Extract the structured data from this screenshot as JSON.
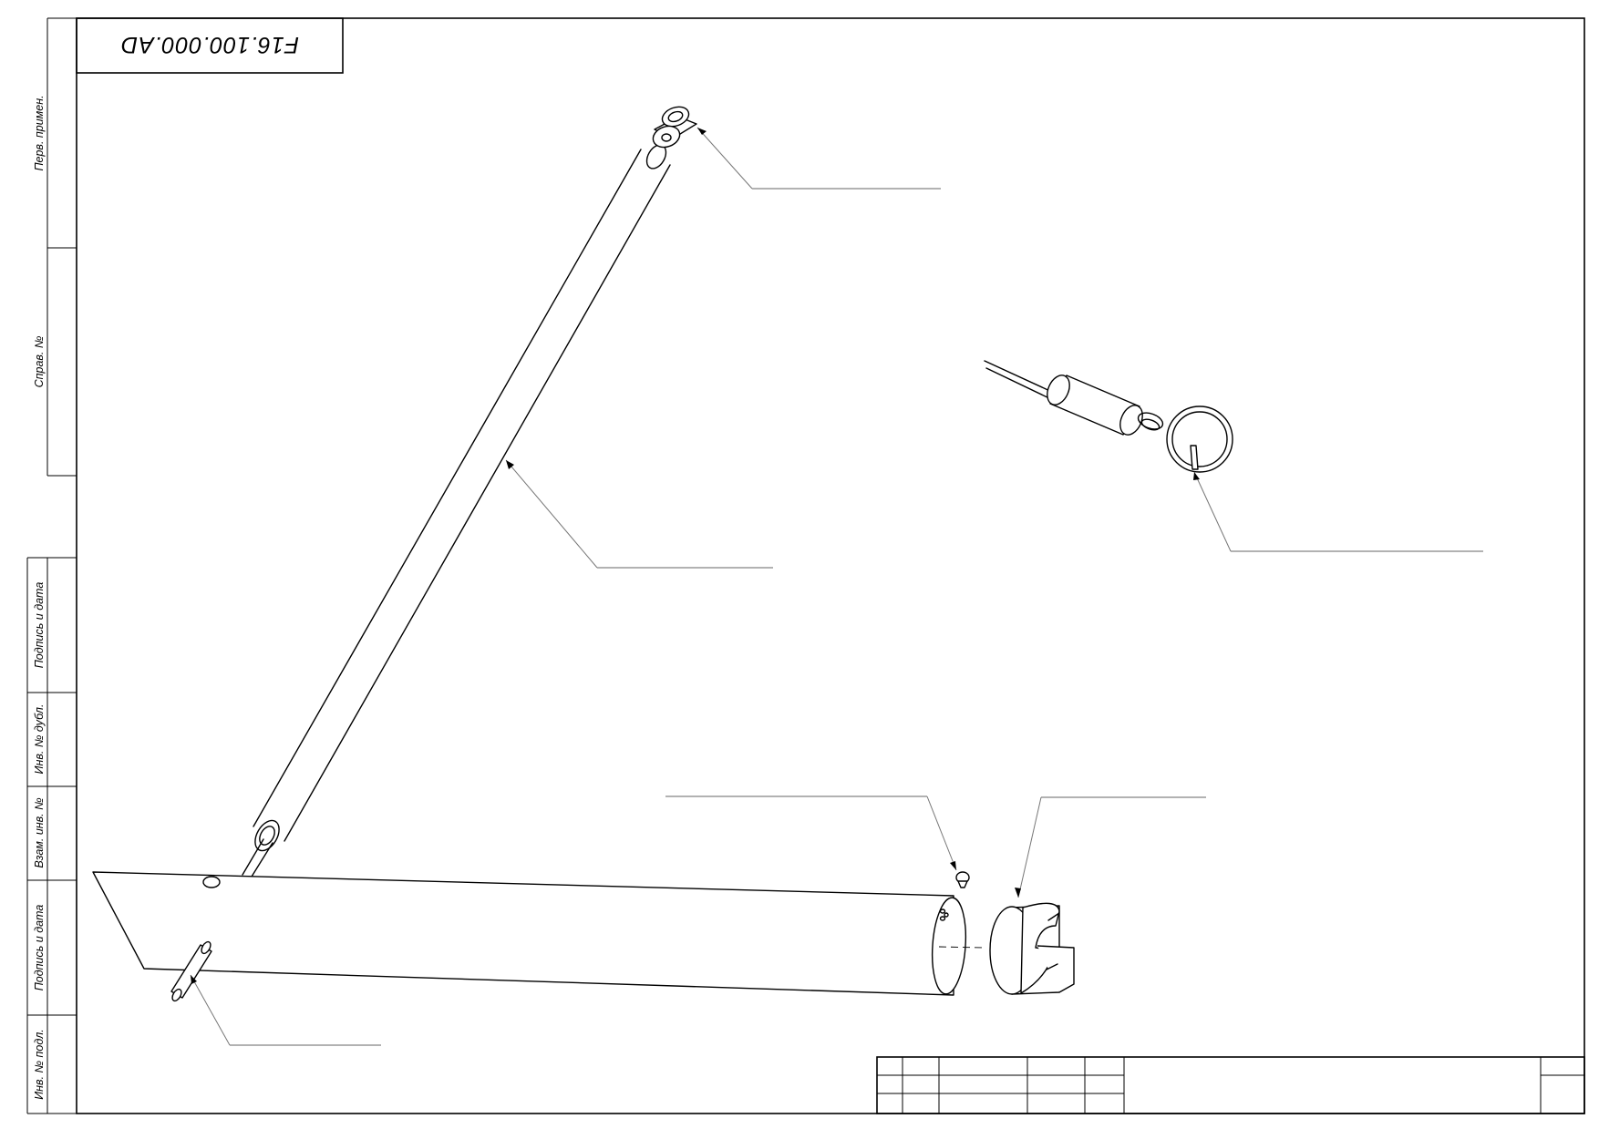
{
  "drawing": {
    "document_code": "F16.100.000.AD"
  },
  "side_stamp": {
    "fields": [
      "Перв. примен.",
      "Справ. №",
      "Подпись и дата",
      "Инв. № дубл.",
      "Взам. инв. №",
      "Подпись и дата",
      "Инв. № подл."
    ]
  }
}
